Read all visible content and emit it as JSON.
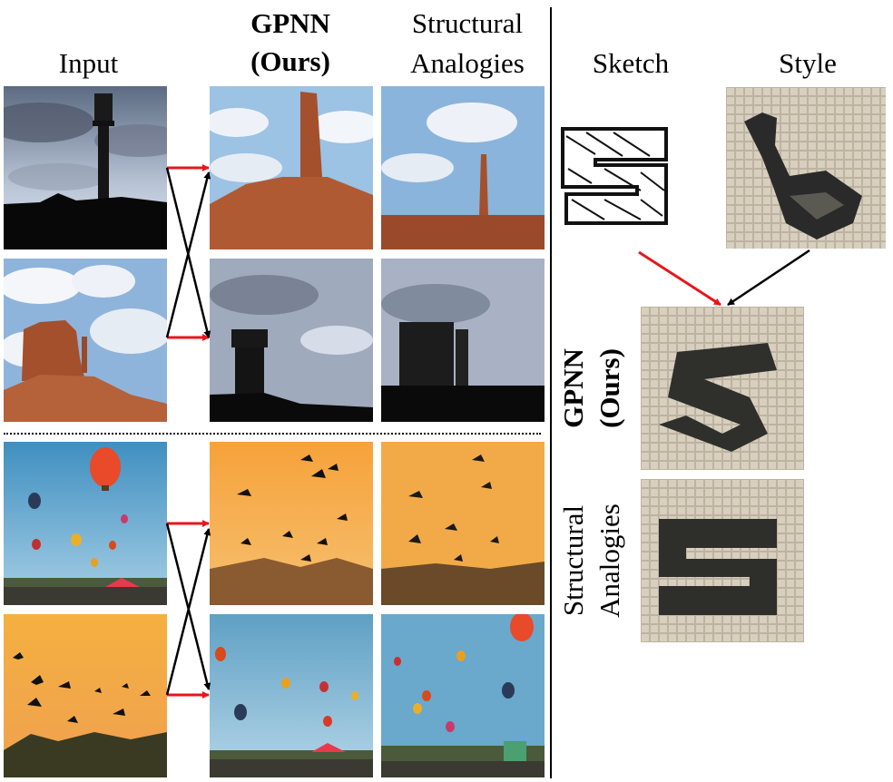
{
  "headers": {
    "input": "Input",
    "gpnn_line1": "GPNN",
    "gpnn_line2": "(Ours)",
    "sa_line1": "Structural",
    "sa_line2": "Analogies",
    "sketch": "Sketch",
    "style": "Style"
  },
  "side_labels": {
    "gpnn_line1": "GPNN",
    "gpnn_line2": "(Ours)",
    "sa_line1": "Structural",
    "sa_line2": "Analogies"
  },
  "images": {
    "tower_input": "tower-photo",
    "butte_input": "butte-photo",
    "balloons_input": "balloons-photo",
    "birds_input": "birds-photo",
    "gpnn_butte": "gpnn-butte-result",
    "sa_butte": "sa-butte-result",
    "gpnn_tower": "gpnn-tower-result",
    "sa_tower": "sa-tower-result",
    "gpnn_birds": "gpnn-birds-result",
    "sa_birds": "sa-birds-result",
    "gpnn_balloons": "gpnn-balloons-result",
    "sa_balloons": "sa-balloons-result",
    "sketch": "s-sketch",
    "style": "duck-mosaic",
    "gpnn_mosaic": "gpnn-mosaic-s",
    "sa_mosaic": "sa-mosaic-s"
  },
  "colors": {
    "red_arrow": "#e8151b",
    "black_arrow": "#000000"
  }
}
